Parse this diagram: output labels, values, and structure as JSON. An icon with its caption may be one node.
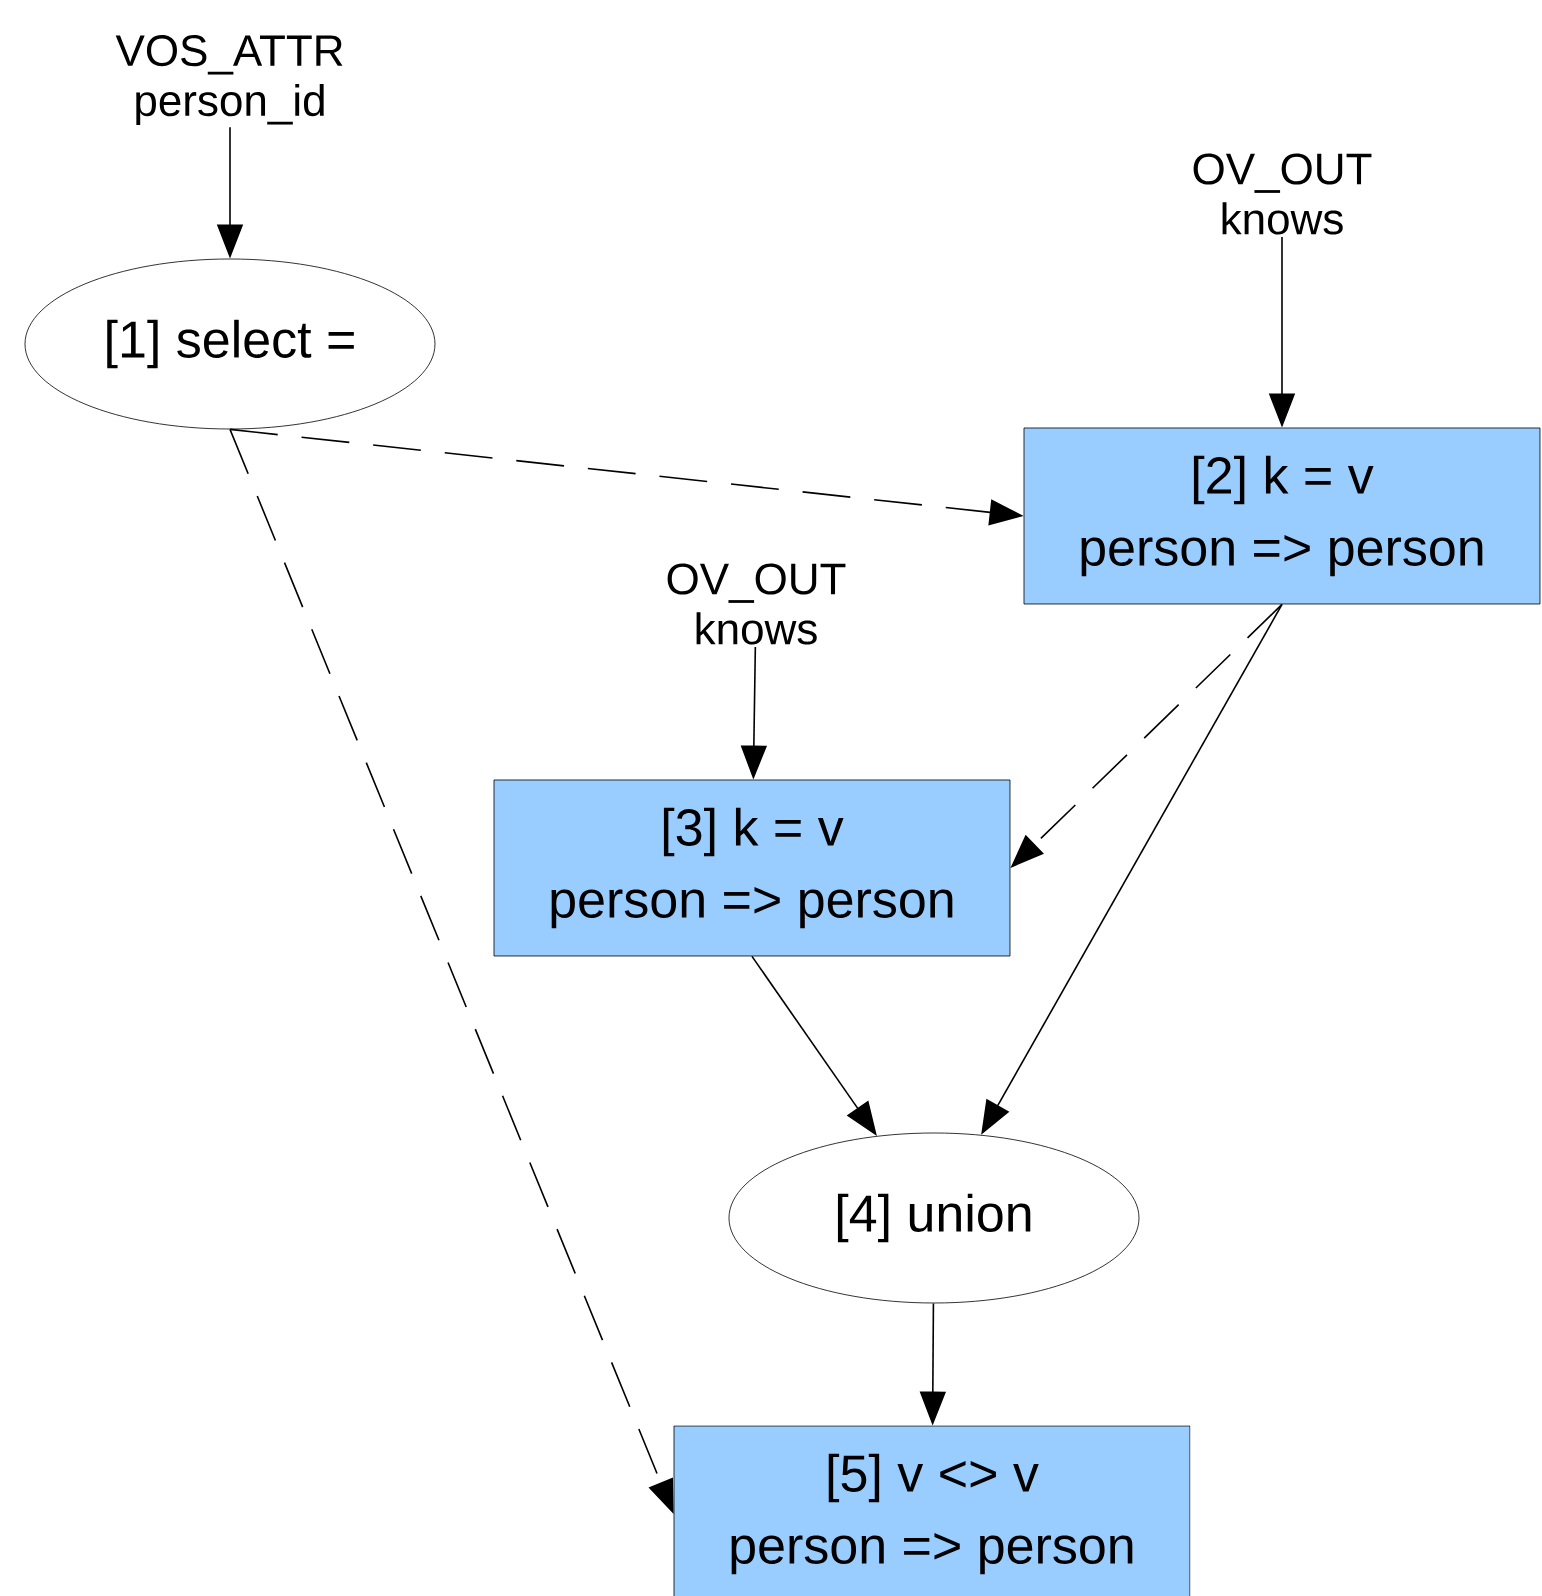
{
  "diagram": {
    "nodes": [
      {
        "text": [
          "VOS_ATTR",
          "person_id"
        ]
      },
      {
        "text": [
          "[1] select ="
        ]
      },
      {
        "text": [
          "OV_OUT",
          "knows"
        ]
      },
      {
        "text": [
          "[2] k = v",
          "person => person"
        ]
      },
      {
        "text": [
          "OV_OUT",
          "knows"
        ]
      },
      {
        "text": [
          "[3] k = v",
          "person => person"
        ]
      },
      {
        "text": [
          "[4] union"
        ]
      },
      {
        "text": [
          "[5] v <> v",
          "person => person"
        ]
      }
    ],
    "edges": [
      {
        "from": 0,
        "to": 1,
        "arrow": "to"
      },
      {
        "from": 1,
        "to": 3,
        "arrow": "to",
        "style": "dashed"
      },
      {
        "from": 2,
        "to": 3,
        "arrow": "to"
      },
      {
        "from": 1,
        "to": 7,
        "arrow": "to",
        "style": "dashed"
      },
      {
        "from": 3,
        "to": 5,
        "arrow": "to",
        "style": "dashed"
      },
      {
        "from": 4,
        "to": 5,
        "arrow": "to"
      },
      {
        "from": 5,
        "to": 6,
        "arrow": "to"
      },
      {
        "from": 3,
        "to": 6,
        "arrow": "to"
      },
      {
        "from": 6,
        "to": 7,
        "arrow": "to"
      }
    ]
  }
}
